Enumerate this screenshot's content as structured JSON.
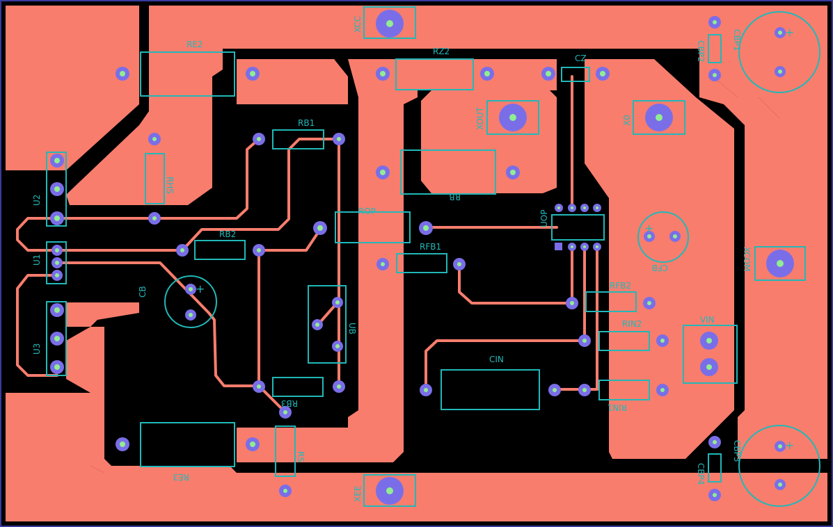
{
  "colors": {
    "board": "#000000",
    "copper": "#f87d6d",
    "silkscreen": "#22b8b8",
    "pad": "#7a6ee8",
    "drill": "#90ee90"
  },
  "components": {
    "re2": "RE2",
    "rz2": "RZ2",
    "cz": "CZ",
    "xcc": "XCC",
    "cbp1": "CBP1",
    "cbp2": "CBP2",
    "rb1": "RB1",
    "xout": "XOUT",
    "x0": "X0",
    "rhs": "RHS",
    "rb": "RB",
    "u2": "U2",
    "rop": "ROP",
    "uop": "UOP",
    "rb2": "RB2",
    "rfb1": "RFB1",
    "cfb": "CFB",
    "u1": "U1",
    "xcom": "XCOM",
    "cb": "CB",
    "rfb2": "RFB2",
    "ub": "UB",
    "rin2": "RIN2",
    "vin": "VIN",
    "u3": "U3",
    "cin": "CIN",
    "rb3": "RB3",
    "rin1": "RIN1",
    "re3": "RE3",
    "rs": "RS",
    "cbp3": "CBP3",
    "cbp4": "CBP4",
    "xee": "XEE",
    "plus_cbp1": "+",
    "plus_cfb": "+",
    "plus_cb": "+",
    "plus_cbp3": "+"
  }
}
